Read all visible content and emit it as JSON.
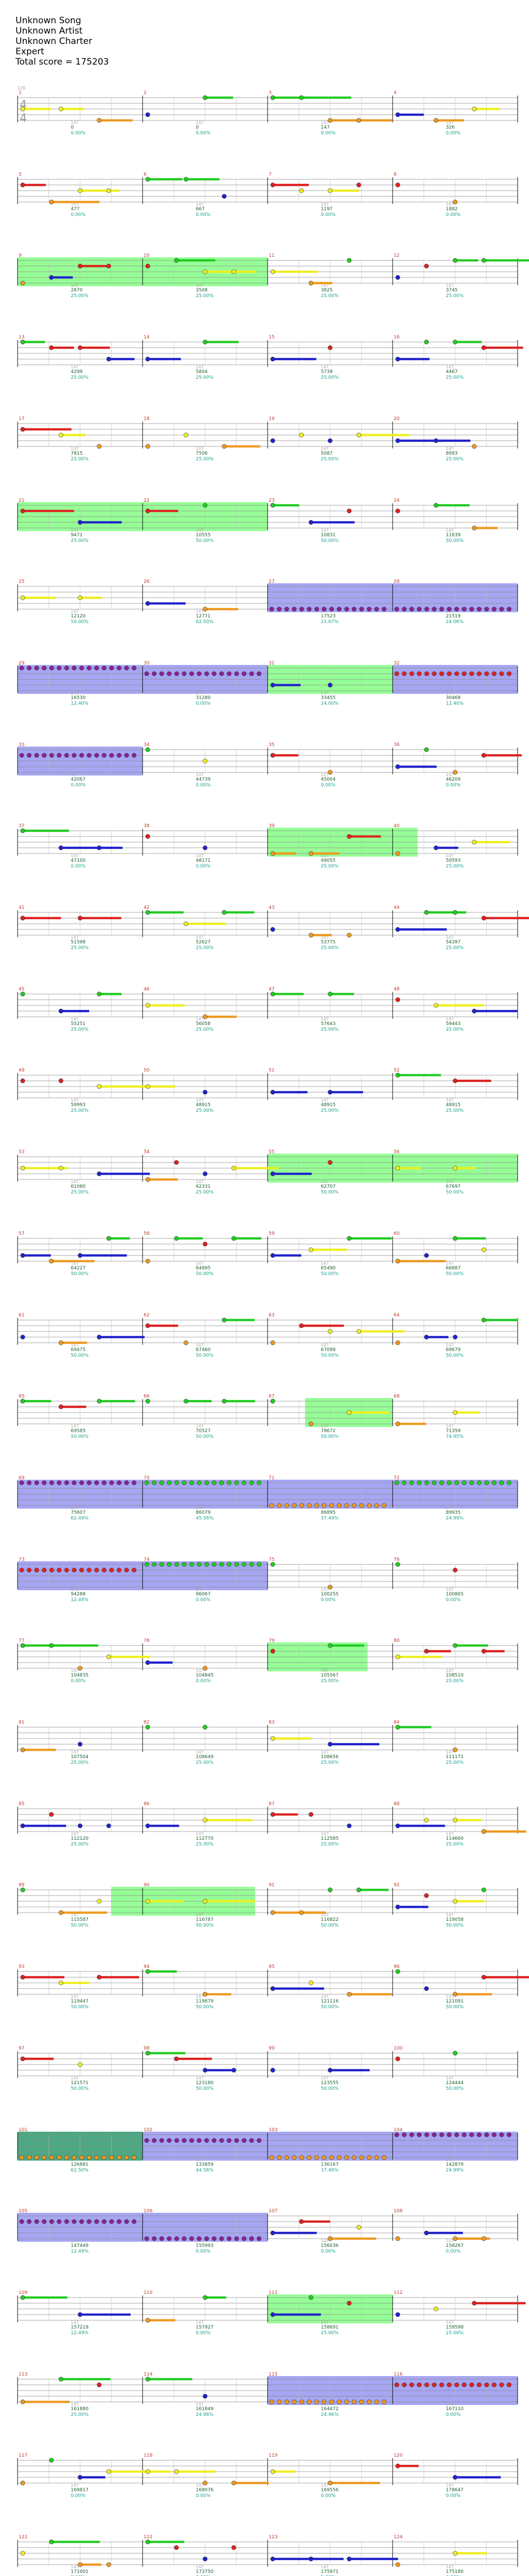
{
  "header": {
    "song": "Unknown Song",
    "artist": "Unknown Artist",
    "charter": "Unknown Charter",
    "difficulty": "Expert",
    "total_label": "Total score = 175203"
  },
  "time_signature": {
    "top": "4",
    "bottom": "4"
  },
  "colors": {
    "green": "#22cc22",
    "red": "#dd2222",
    "yellow": "#eeee22",
    "blue": "#2222cc",
    "orange": "#ee9922",
    "purple": "#882299",
    "sp_region": "#7cfc7c",
    "solo_region": "#8888ee",
    "bre_region": "#44aa77",
    "staff_line": "#888888",
    "measure_line": "#000000"
  },
  "rows": [
    {
      "m": [
        1,
        2,
        3,
        4
      ],
      "scores": [
        "0",
        "0",
        "147",
        "326"
      ],
      "pcts": [
        "0.00%",
        "0.00%",
        "0.00%",
        "0.00%"
      ],
      "bpm": "120"
    },
    {
      "m": [
        5,
        6,
        7,
        8
      ],
      "scores": [
        "477",
        "667",
        "1197",
        "1882"
      ],
      "pcts": [
        "0.00%",
        "0.00%",
        "0.00%",
        "0.00%"
      ]
    },
    {
      "m": [
        9,
        10,
        11,
        12
      ],
      "scores": [
        "2870",
        "3508",
        "3825",
        "3745"
      ],
      "pcts": [
        "25.00%",
        "25.00%",
        "25.00%",
        "25.00%"
      ],
      "sp": [
        [
          0,
          2
        ]
      ]
    },
    {
      "m": [
        13,
        14,
        15,
        16
      ],
      "scores": [
        "4299",
        "5804",
        "5739",
        "4467"
      ],
      "pcts": [
        "25.00%",
        "25.00%",
        "25.00%",
        "25.00%"
      ]
    },
    {
      "m": [
        17,
        18,
        19,
        20
      ],
      "scores": [
        "7815",
        "7506",
        "5087",
        "8993"
      ],
      "pcts": [
        "25.00%",
        "25.00%",
        "25.00%",
        "25.00%"
      ]
    },
    {
      "m": [
        21,
        22,
        23,
        24
      ],
      "scores": [
        "9471",
        "10555",
        "10831",
        "11639"
      ],
      "pcts": [
        "25.00%",
        "50.00%",
        "50.00%",
        "50.00%"
      ],
      "sp": [
        [
          0,
          2
        ]
      ]
    },
    {
      "m": [
        25,
        26,
        27,
        28
      ],
      "scores": [
        "12120",
        "12771",
        "17523",
        "21519"
      ],
      "pcts": [
        "50.00%",
        "62.50%",
        "21.87%",
        "24.06%"
      ],
      "solo": [
        [
          2,
          4
        ]
      ]
    },
    {
      "m": [
        29,
        30,
        31,
        32
      ],
      "scores": [
        "16530",
        "31280",
        "33455",
        "30468"
      ],
      "pcts": [
        "12.40%",
        "0.00%",
        "24.00%",
        "12.40%"
      ],
      "solo": [
        [
          0,
          2
        ],
        [
          3,
          4
        ]
      ],
      "sp": [
        [
          2,
          3
        ]
      ]
    },
    {
      "m": [
        33,
        34,
        35,
        36
      ],
      "scores": [
        "42067",
        "44739",
        "45004",
        "46209"
      ],
      "pcts": [
        "0.00%",
        "0.00%",
        "0.00%",
        "0.00%"
      ],
      "solo": [
        [
          0,
          1
        ]
      ]
    },
    {
      "m": [
        37,
        38,
        39,
        40
      ],
      "scores": [
        "47100",
        "48171",
        "49055",
        "50593"
      ],
      "pcts": [
        "0.00%",
        "0.00%",
        "25.00%",
        "25.00%"
      ],
      "sp": [
        [
          2,
          3.2
        ]
      ]
    },
    {
      "m": [
        41,
        42,
        43,
        44
      ],
      "scores": [
        "51598",
        "52627",
        "53775",
        "54397"
      ],
      "pcts": [
        "25.00%",
        "25.00%",
        "25.00%",
        "25.00%"
      ]
    },
    {
      "m": [
        45,
        46,
        47,
        48
      ],
      "scores": [
        "55251",
        "56058",
        "57643",
        "59443"
      ],
      "pcts": [
        "25.00%",
        "25.00%",
        "25.00%",
        "25.00%"
      ]
    },
    {
      "m": [
        49,
        50,
        51,
        52
      ],
      "scores": [
        "59993",
        "48915",
        "48915",
        "48915"
      ],
      "pcts": [
        "25.00%",
        "25.00%",
        "25.00%",
        "25.00%"
      ]
    },
    {
      "m": [
        53,
        54,
        55,
        56
      ],
      "scores": [
        "61080",
        "62331",
        "62707",
        "67697"
      ],
      "pcts": [
        "25.00%",
        "25.00%",
        "50.00%",
        "50.00%"
      ],
      "sp": [
        [
          2,
          4
        ]
      ]
    },
    {
      "m": [
        57,
        58,
        59,
        60
      ],
      "scores": [
        "64227",
        "64895",
        "65490",
        "66887"
      ],
      "pcts": [
        "50.00%",
        "50.00%",
        "50.00%",
        "50.00%"
      ]
    },
    {
      "m": [
        61,
        62,
        63,
        64
      ],
      "scores": [
        "69475",
        "67460",
        "67099",
        "69679"
      ],
      "pcts": [
        "50.00%",
        "50.00%",
        "50.00%",
        "50.00%"
      ]
    },
    {
      "m": [
        65,
        66,
        67,
        68
      ],
      "scores": [
        "69585",
        "70527",
        "78672",
        "71359"
      ],
      "pcts": [
        "50.00%",
        "50.00%",
        "50.00%",
        "74.95%"
      ],
      "sp": [
        [
          2.3,
          3
        ]
      ]
    },
    {
      "m": [
        69,
        70,
        71,
        72
      ],
      "scores": [
        "75607",
        "86079",
        "86895",
        "89935"
      ],
      "pcts": [
        "62.49%",
        "45.56%",
        "37.49%",
        "24.99%"
      ],
      "solo": [
        [
          0,
          4
        ]
      ]
    },
    {
      "m": [
        73,
        74,
        75,
        76
      ],
      "scores": [
        "94288",
        "96067",
        "100255",
        "100865"
      ],
      "pcts": [
        "12.49%",
        "0.00%",
        "0.00%",
        "0.00%"
      ],
      "solo": [
        [
          0,
          2
        ]
      ]
    },
    {
      "m": [
        77,
        78,
        79,
        80
      ],
      "scores": [
        "104835",
        "104845",
        "105567",
        "108510"
      ],
      "pcts": [
        "0.00%",
        "0.00%",
        "25.00%",
        "25.00%"
      ],
      "sp": [
        [
          2,
          2.8
        ]
      ]
    },
    {
      "m": [
        81,
        82,
        83,
        84
      ],
      "scores": [
        "107504",
        "108649",
        "108656",
        "111171"
      ],
      "pcts": [
        "25.00%",
        "25.00%",
        "25.00%",
        "25.00%"
      ]
    },
    {
      "m": [
        85,
        86,
        87,
        88
      ],
      "scores": [
        "112120",
        "112770",
        "112585",
        "114660"
      ],
      "pcts": [
        "25.00%",
        "25.00%",
        "25.00%",
        "25.00%"
      ]
    },
    {
      "m": [
        89,
        90,
        91,
        92
      ],
      "scores": [
        "115587",
        "116787",
        "116822",
        "119058"
      ],
      "pcts": [
        "50.00%",
        "50.00%",
        "50.00%",
        "50.00%"
      ],
      "sp": [
        [
          0.75,
          1.9
        ]
      ]
    },
    {
      "m": [
        93,
        94,
        95,
        96
      ],
      "scores": [
        "119447",
        "119879",
        "121116",
        "121091"
      ],
      "pcts": [
        "50.00%",
        "50.00%",
        "50.00%",
        "50.00%"
      ]
    },
    {
      "m": [
        97,
        98,
        99,
        100
      ],
      "scores": [
        "121571",
        "123180",
        "123555",
        "124444"
      ],
      "pcts": [
        "50.00%",
        "50.00%",
        "50.00%",
        "50.00%"
      ]
    },
    {
      "m": [
        101,
        102,
        103,
        104
      ],
      "scores": [
        "126881",
        "133859",
        "136167",
        "142879"
      ],
      "pcts": [
        "62.50%",
        "44.56%",
        "37.49%",
        "24.99%"
      ],
      "solo": [
        [
          0,
          4
        ]
      ],
      "bre": [
        [
          0,
          1
        ]
      ]
    },
    {
      "m": [
        105,
        106,
        107,
        108
      ],
      "scores": [
        "147449",
        "155993",
        "156036",
        "158267"
      ],
      "pcts": [
        "12.49%",
        "0.00%",
        "0.00%",
        "0.00%"
      ],
      "solo": [
        [
          0,
          2
        ]
      ]
    },
    {
      "m": [
        109,
        110,
        111,
        112
      ],
      "scores": [
        "157219",
        "157927",
        "158691",
        "159598"
      ],
      "pcts": [
        "12.49%",
        "0.00%",
        "25.00%",
        "25.00%"
      ],
      "sp": [
        [
          2,
          3
        ]
      ]
    },
    {
      "m": [
        113,
        114,
        115,
        116
      ],
      "scores": [
        "161880",
        "161849",
        "164472",
        "167110"
      ],
      "pcts": [
        "25.00%",
        "24.96%",
        "24.96%",
        "0.00%"
      ],
      "solo": [
        [
          2,
          4
        ]
      ]
    },
    {
      "m": [
        117,
        118,
        119,
        120
      ],
      "scores": [
        "169817",
        "168076",
        "169556",
        "178647"
      ],
      "pcts": [
        "0.00%",
        "0.00%",
        "0.00%",
        "0.00%"
      ]
    },
    {
      "m": [
        121,
        122,
        123,
        124
      ],
      "scores": [
        "171001",
        "173750",
        "175971",
        "175180"
      ],
      "pcts": [
        "0.00%",
        "0.00%",
        "0.00%",
        "0.00%"
      ]
    }
  ]
}
